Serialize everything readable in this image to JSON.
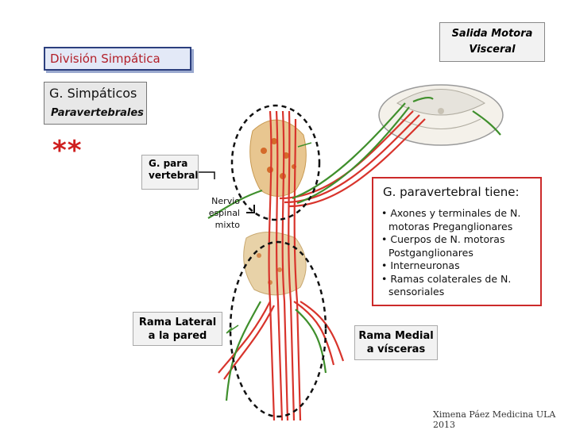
{
  "title": "División Simpática",
  "ganglia_box": {
    "line1": "G. Simpáticos",
    "line2": "Paravertebrales"
  },
  "marker": "**",
  "labels": {
    "para_vertebral": [
      "G. para",
      "vertebral"
    ],
    "nervio_espinal": [
      "Nervio",
      "espinal",
      "mixto"
    ],
    "salida_motora": [
      "Salida Motora",
      "Visceral"
    ],
    "rama_lateral": [
      "Rama Lateral",
      "a la pared"
    ],
    "rama_medial": [
      "Rama Medial",
      "a vísceras"
    ]
  },
  "paravertebral_info": {
    "heading": "G. paravertebral tiene:",
    "items": [
      "• Axones y terminales de N. motoras Preganglionares",
      "• Cuerpos de N. motoras Postganglionares",
      "• Interneuronas",
      "• Ramas colaterales de N. sensoriales"
    ]
  },
  "credit": "Ximena Páez Medicina ULA 2013",
  "colors": {
    "nerve_red": "#d8342c",
    "nerve_green": "#3f8f2c",
    "box_border_red": "#cc2a2a",
    "title_text": "#b3202a",
    "ganglion_tan": "#e8c690"
  }
}
